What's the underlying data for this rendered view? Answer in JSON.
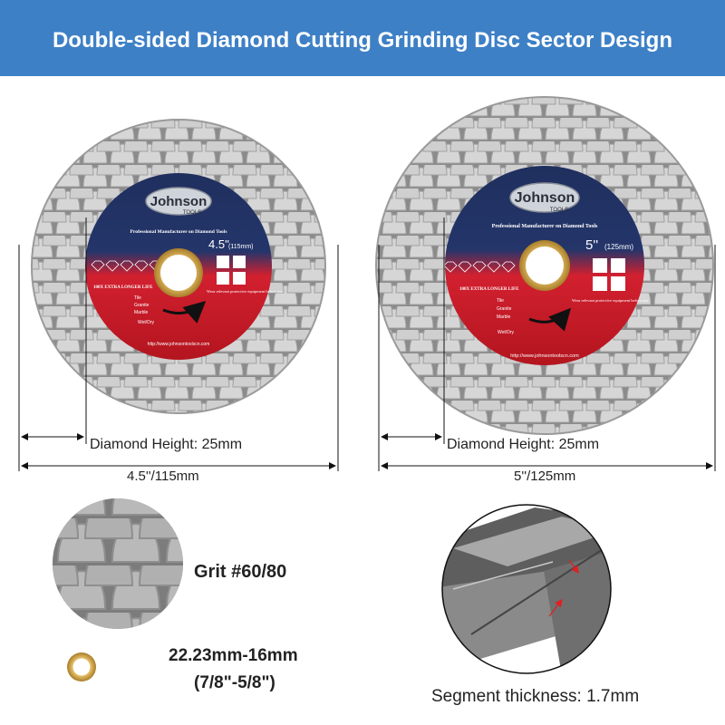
{
  "header": {
    "title": "Double-sided Diamond Cutting Grinding Disc Sector Design"
  },
  "discs": [
    {
      "brand": "Johnson",
      "brand_sub": "TOOLS",
      "tagline": "Professional Manufacturer on Diamond Tools",
      "size_label": "4.5''",
      "size_mm": "(115mm)",
      "life": "100X EXTRA LONGER LIFE",
      "materials": [
        "Tile",
        "Granite",
        "Marble"
      ],
      "mode": "Wet/Dry",
      "safety": "Wear relevant protective equipment before use",
      "url": "http://www.johnsontoolscn.com",
      "diamond_height": "Diamond Height: 25mm",
      "diameter": "4.5''/115mm"
    },
    {
      "brand": "Johnson",
      "brand_sub": "TOOLS",
      "tagline": "Professional Manufacturer on Diamond Tools",
      "size_label": "5''",
      "size_mm": "(125mm)",
      "life": "100X EXTRA LONGER LIFE",
      "materials": [
        "Tile",
        "Granite",
        "Marble"
      ],
      "mode": "Wet/Dry",
      "safety": "Wear relevant protective equipment before use",
      "url": "http://www.johnsontoolscn.com",
      "diamond_height": "Diamond Height: 25mm",
      "diameter": "5''/125mm"
    }
  ],
  "details": {
    "grit": "Grit #60/80",
    "bore_line1": "22.23mm-16mm",
    "bore_line2": "(7/8\"-5/8\")",
    "segment": "Segment thickness: 1.7mm"
  },
  "colors": {
    "banner": "#3d80c6",
    "label_navy": "#1f2f5e",
    "label_red": "#d2202f",
    "arbor_gold": "#c9a44a"
  }
}
